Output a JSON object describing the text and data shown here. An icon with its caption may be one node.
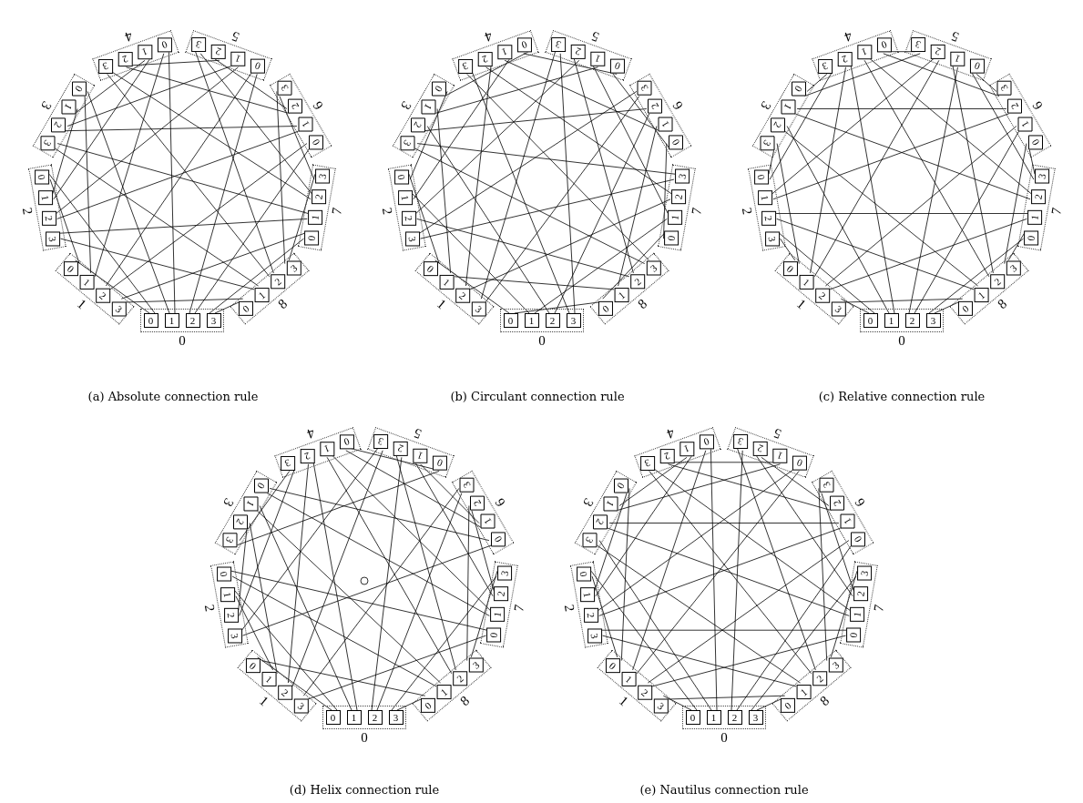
{
  "diagram": {
    "nodes": [
      {
        "text": [
          "0"
        ]
      },
      {
        "text": [
          "0"
        ],
        "in": 0
      },
      {
        "text": [
          "1"
        ],
        "in": 0
      },
      {
        "text": [
          "2"
        ],
        "in": 0
      },
      {
        "text": [
          "3"
        ],
        "in": 0
      },
      {
        "text": [
          "1"
        ]
      },
      {
        "text": [
          "0"
        ],
        "in": 5
      },
      {
        "text": [
          "1"
        ],
        "in": 5
      },
      {
        "text": [
          "2"
        ],
        "in": 5
      },
      {
        "text": [
          "3"
        ],
        "in": 5
      },
      {
        "text": [
          "2"
        ]
      },
      {
        "text": [
          "0"
        ],
        "in": 10
      },
      {
        "text": [
          "1"
        ],
        "in": 10
      },
      {
        "text": [
          "2"
        ],
        "in": 10
      },
      {
        "text": [
          "3"
        ],
        "in": 10
      },
      {
        "text": [
          "3"
        ]
      },
      {
        "text": [
          "0"
        ],
        "in": 15
      },
      {
        "text": [
          "1"
        ],
        "in": 15
      },
      {
        "text": [
          "2"
        ],
        "in": 15
      },
      {
        "text": [
          "3"
        ],
        "in": 15
      },
      {
        "text": [
          "4"
        ]
      },
      {
        "text": [
          "0"
        ],
        "in": 20
      },
      {
        "text": [
          "1"
        ],
        "in": 20
      },
      {
        "text": [
          "2"
        ],
        "in": 20
      },
      {
        "text": [
          "3"
        ],
        "in": 20
      },
      {
        "text": [
          "5"
        ]
      },
      {
        "text": [
          "0"
        ],
        "in": 25
      },
      {
        "text": [
          "1"
        ],
        "in": 25
      },
      {
        "text": [
          "2"
        ],
        "in": 25
      },
      {
        "text": [
          "3"
        ],
        "in": 25
      },
      {
        "text": [
          "6"
        ]
      },
      {
        "text": [
          "0"
        ],
        "in": 30
      },
      {
        "text": [
          "1"
        ],
        "in": 30
      },
      {
        "text": [
          "2"
        ],
        "in": 30
      },
      {
        "text": [
          "3"
        ],
        "in": 30
      },
      {
        "text": [
          "7"
        ]
      },
      {
        "text": [
          "0"
        ],
        "in": 35
      },
      {
        "text": [
          "1"
        ],
        "in": 35
      },
      {
        "text": [
          "2"
        ],
        "in": 35
      },
      {
        "text": [
          "3"
        ],
        "in": 35
      },
      {
        "text": [
          "8"
        ]
      },
      {
        "text": [
          "0"
        ],
        "in": 40
      },
      {
        "text": [
          "1"
        ],
        "in": 40
      },
      {
        "text": [
          "2"
        ],
        "in": 40
      },
      {
        "text": [
          "3"
        ],
        "in": 40
      },
      {
        "text": [
          "0"
        ]
      },
      {
        "text": [
          "0"
        ],
        "in": 45
      },
      {
        "text": [
          "1"
        ],
        "in": 45
      },
      {
        "text": [
          "2"
        ],
        "in": 45
      },
      {
        "text": [
          "3"
        ],
        "in": 45
      },
      {
        "text": [
          "1"
        ]
      },
      {
        "text": [
          "0"
        ],
        "in": 50
      },
      {
        "text": [
          "1"
        ],
        "in": 50
      },
      {
        "text": [
          "2"
        ],
        "in": 50
      },
      {
        "text": [
          "3"
        ],
        "in": 50
      },
      {
        "text": [
          "2"
        ]
      },
      {
        "text": [
          "0"
        ],
        "in": 55
      },
      {
        "text": [
          "1"
        ],
        "in": 55
      },
      {
        "text": [
          "2"
        ],
        "in": 55
      },
      {
        "text": [
          "3"
        ],
        "in": 55
      },
      {
        "text": [
          "3"
        ]
      },
      {
        "text": [
          "0"
        ],
        "in": 60
      },
      {
        "text": [
          "1"
        ],
        "in": 60
      },
      {
        "text": [
          "2"
        ],
        "in": 60
      },
      {
        "text": [
          "3"
        ],
        "in": 60
      },
      {
        "text": [
          "4"
        ]
      },
      {
        "text": [
          "0"
        ],
        "in": 65
      },
      {
        "text": [
          "1"
        ],
        "in": 65
      },
      {
        "text": [
          "2"
        ],
        "in": 65
      },
      {
        "text": [
          "3"
        ],
        "in": 65
      },
      {
        "text": [
          "5"
        ]
      },
      {
        "text": [
          "0"
        ],
        "in": 70
      },
      {
        "text": [
          "1"
        ],
        "in": 70
      },
      {
        "text": [
          "2"
        ],
        "in": 70
      },
      {
        "text": [
          "3"
        ],
        "in": 70
      },
      {
        "text": [
          "6"
        ]
      },
      {
        "text": [
          "0"
        ],
        "in": 75
      },
      {
        "text": [
          "1"
        ],
        "in": 75
      },
      {
        "text": [
          "2"
        ],
        "in": 75
      },
      {
        "text": [
          "3"
        ],
        "in": 75
      },
      {
        "text": [
          "7"
        ]
      },
      {
        "text": [
          "0"
        ],
        "in": 80
      },
      {
        "text": [
          "1"
        ],
        "in": 80
      },
      {
        "text": [
          "2"
        ],
        "in": 80
      },
      {
        "text": [
          "3"
        ],
        "in": 80
      },
      {
        "text": [
          "8"
        ]
      },
      {
        "text": [
          "0"
        ],
        "in": 85
      },
      {
        "text": [
          "1"
        ],
        "in": 85
      },
      {
        "text": [
          "2"
        ],
        "in": 85
      },
      {
        "text": [
          "3"
        ],
        "in": 85
      },
      {
        "text": [
          "0"
        ]
      },
      {
        "text": [
          "0"
        ],
        "in": 90
      },
      {
        "text": [
          "1"
        ],
        "in": 90
      },
      {
        "text": [
          "2"
        ],
        "in": 90
      },
      {
        "text": [
          "3"
        ],
        "in": 90
      },
      {
        "text": [
          "1"
        ]
      },
      {
        "text": [
          "0"
        ],
        "in": 95
      },
      {
        "text": [
          "1"
        ],
        "in": 95
      },
      {
        "text": [
          "2"
        ],
        "in": 95
      },
      {
        "text": [
          "3"
        ],
        "in": 95
      },
      {
        "text": [
          "2"
        ]
      },
      {
        "text": [
          "0"
        ],
        "in": 100
      },
      {
        "text": [
          "1"
        ],
        "in": 100
      },
      {
        "text": [
          "2"
        ],
        "in": 100
      },
      {
        "text": [
          "3"
        ],
        "in": 100
      },
      {
        "text": [
          "3"
        ]
      },
      {
        "text": [
          "0"
        ],
        "in": 105
      },
      {
        "text": [
          "1"
        ],
        "in": 105
      },
      {
        "text": [
          "2"
        ],
        "in": 105
      },
      {
        "text": [
          "3"
        ],
        "in": 105
      },
      {
        "text": [
          "4"
        ]
      },
      {
        "text": [
          "0"
        ],
        "in": 110
      },
      {
        "text": [
          "1"
        ],
        "in": 110
      },
      {
        "text": [
          "2"
        ],
        "in": 110
      },
      {
        "text": [
          "3"
        ],
        "in": 110
      },
      {
        "text": [
          "5"
        ]
      },
      {
        "text": [
          "0"
        ],
        "in": 115
      },
      {
        "text": [
          "1"
        ],
        "in": 115
      },
      {
        "text": [
          "2"
        ],
        "in": 115
      },
      {
        "text": [
          "3"
        ],
        "in": 115
      },
      {
        "text": [
          "6"
        ]
      },
      {
        "text": [
          "0"
        ],
        "in": 120
      },
      {
        "text": [
          "1"
        ],
        "in": 120
      },
      {
        "text": [
          "2"
        ],
        "in": 120
      },
      {
        "text": [
          "3"
        ],
        "in": 120
      },
      {
        "text": [
          "7"
        ]
      },
      {
        "text": [
          "0"
        ],
        "in": 125
      },
      {
        "text": [
          "1"
        ],
        "in": 125
      },
      {
        "text": [
          "2"
        ],
        "in": 125
      },
      {
        "text": [
          "3"
        ],
        "in": 125
      },
      {
        "text": [
          "8"
        ]
      },
      {
        "text": [
          "0"
        ],
        "in": 130
      },
      {
        "text": [
          "1"
        ],
        "in": 130
      },
      {
        "text": [
          "2"
        ],
        "in": 130
      },
      {
        "text": [
          "3"
        ],
        "in": 130
      },
      {
        "text": [
          "0"
        ]
      },
      {
        "text": [
          "0"
        ],
        "in": 135
      },
      {
        "text": [
          "1"
        ],
        "in": 135
      },
      {
        "text": [
          "2"
        ],
        "in": 135
      },
      {
        "text": [
          "3"
        ],
        "in": 135
      },
      {
        "text": [
          "1"
        ]
      },
      {
        "text": [
          "0"
        ],
        "in": 140
      },
      {
        "text": [
          "1"
        ],
        "in": 140
      },
      {
        "text": [
          "2"
        ],
        "in": 140
      },
      {
        "text": [
          "3"
        ],
        "in": 140
      },
      {
        "text": [
          "2"
        ]
      },
      {
        "text": [
          "0"
        ],
        "in": 145
      },
      {
        "text": [
          "1"
        ],
        "in": 145
      },
      {
        "text": [
          "2"
        ],
        "in": 145
      },
      {
        "text": [
          "3"
        ],
        "in": 145
      },
      {
        "text": [
          "3"
        ]
      },
      {
        "text": [
          "0"
        ],
        "in": 150
      },
      {
        "text": [
          "1"
        ],
        "in": 150
      },
      {
        "text": [
          "2"
        ],
        "in": 150
      },
      {
        "text": [
          "3"
        ],
        "in": 150
      },
      {
        "text": [
          "4"
        ]
      },
      {
        "text": [
          "0"
        ],
        "in": 155
      },
      {
        "text": [
          "1"
        ],
        "in": 155
      },
      {
        "text": [
          "2"
        ],
        "in": 155
      },
      {
        "text": [
          "3"
        ],
        "in": 155
      },
      {
        "text": [
          "5"
        ]
      },
      {
        "text": [
          "0"
        ],
        "in": 160
      },
      {
        "text": [
          "1"
        ],
        "in": 160
      },
      {
        "text": [
          "2"
        ],
        "in": 160
      },
      {
        "text": [
          "3"
        ],
        "in": 160
      },
      {
        "text": [
          "6"
        ]
      },
      {
        "text": [
          "0"
        ],
        "in": 165
      },
      {
        "text": [
          "1"
        ],
        "in": 165
      },
      {
        "text": [
          "2"
        ],
        "in": 165
      },
      {
        "text": [
          "3"
        ],
        "in": 165
      },
      {
        "text": [
          "7"
        ]
      },
      {
        "text": [
          "0"
        ],
        "in": 170
      },
      {
        "text": [
          "1"
        ],
        "in": 170
      },
      {
        "text": [
          "2"
        ],
        "in": 170
      },
      {
        "text": [
          "3"
        ],
        "in": 170
      },
      {
        "text": [
          "8"
        ]
      },
      {
        "text": [
          "0"
        ],
        "in": 175
      },
      {
        "text": [
          "1"
        ],
        "in": 175
      },
      {
        "text": [
          "2"
        ],
        "in": 175
      },
      {
        "text": [
          "3"
        ],
        "in": 175
      },
      {
        "text": [
          "0"
        ]
      },
      {
        "text": [
          "0"
        ],
        "in": 180
      },
      {
        "text": [
          "1"
        ],
        "in": 180
      },
      {
        "text": [
          "2"
        ],
        "in": 180
      },
      {
        "text": [
          "3"
        ],
        "in": 180
      },
      {
        "text": [
          "1"
        ]
      },
      {
        "text": [
          "0"
        ],
        "in": 185
      },
      {
        "text": [
          "1"
        ],
        "in": 185
      },
      {
        "text": [
          "2"
        ],
        "in": 185
      },
      {
        "text": [
          "3"
        ],
        "in": 185
      },
      {
        "text": [
          "2"
        ]
      },
      {
        "text": [
          "0"
        ],
        "in": 190
      },
      {
        "text": [
          "1"
        ],
        "in": 190
      },
      {
        "text": [
          "2"
        ],
        "in": 190
      },
      {
        "text": [
          "3"
        ],
        "in": 190
      },
      {
        "text": [
          "3"
        ]
      },
      {
        "text": [
          "0"
        ],
        "in": 195
      },
      {
        "text": [
          "1"
        ],
        "in": 195
      },
      {
        "text": [
          "2"
        ],
        "in": 195
      },
      {
        "text": [
          "3"
        ],
        "in": 195
      },
      {
        "text": [
          "4"
        ]
      },
      {
        "text": [
          "0"
        ],
        "in": 200
      },
      {
        "text": [
          "1"
        ],
        "in": 200
      },
      {
        "text": [
          "2"
        ],
        "in": 200
      },
      {
        "text": [
          "3"
        ],
        "in": 200
      },
      {
        "text": [
          "5"
        ]
      },
      {
        "text": [
          "0"
        ],
        "in": 205
      },
      {
        "text": [
          "1"
        ],
        "in": 205
      },
      {
        "text": [
          "2"
        ],
        "in": 205
      },
      {
        "text": [
          "3"
        ],
        "in": 205
      },
      {
        "text": [
          "6"
        ]
      },
      {
        "text": [
          "0"
        ],
        "in": 210
      },
      {
        "text": [
          "1"
        ],
        "in": 210
      },
      {
        "text": [
          "2"
        ],
        "in": 210
      },
      {
        "text": [
          "3"
        ],
        "in": 210
      },
      {
        "text": [
          "7"
        ]
      },
      {
        "text": [
          "0"
        ],
        "in": 215
      },
      {
        "text": [
          "1"
        ],
        "in": 215
      },
      {
        "text": [
          "2"
        ],
        "in": 215
      },
      {
        "text": [
          "3"
        ],
        "in": 215
      },
      {
        "text": [
          "8"
        ]
      },
      {
        "text": [
          "0"
        ],
        "in": 220
      },
      {
        "text": [
          "1"
        ],
        "in": 220
      },
      {
        "text": [
          "2"
        ],
        "in": 220
      },
      {
        "text": [
          "3"
        ],
        "in": 220
      }
    ],
    "edges": [
      {
        "from": 1,
        "to": 6,
        "arrow": "none"
      },
      {
        "from": 1,
        "to": 11,
        "arrow": "none"
      },
      {
        "from": 2,
        "to": 16,
        "arrow": "none"
      },
      {
        "from": 2,
        "to": 21,
        "arrow": "none"
      },
      {
        "from": 3,
        "to": 26,
        "arrow": "none"
      },
      {
        "from": 3,
        "to": 31,
        "arrow": "none"
      },
      {
        "from": 4,
        "to": 36,
        "arrow": "none"
      },
      {
        "from": 4,
        "to": 41,
        "arrow": "none"
      },
      {
        "from": 6,
        "to": 11,
        "arrow": "none"
      },
      {
        "from": 7,
        "to": 16,
        "arrow": "none"
      },
      {
        "from": 7,
        "to": 21,
        "arrow": "none"
      },
      {
        "from": 8,
        "to": 26,
        "arrow": "none"
      },
      {
        "from": 8,
        "to": 31,
        "arrow": "none"
      },
      {
        "from": 9,
        "to": 36,
        "arrow": "none"
      },
      {
        "from": 9,
        "to": 41,
        "arrow": "none"
      },
      {
        "from": 12,
        "to": 17,
        "arrow": "none"
      },
      {
        "from": 12,
        "to": 22,
        "arrow": "none"
      },
      {
        "from": 13,
        "to": 27,
        "arrow": "none"
      },
      {
        "from": 13,
        "to": 32,
        "arrow": "none"
      },
      {
        "from": 14,
        "to": 37,
        "arrow": "none"
      },
      {
        "from": 14,
        "to": 42,
        "arrow": "none"
      },
      {
        "from": 17,
        "to": 22,
        "arrow": "none"
      },
      {
        "from": 18,
        "to": 27,
        "arrow": "none"
      },
      {
        "from": 18,
        "to": 32,
        "arrow": "none"
      },
      {
        "from": 19,
        "to": 37,
        "arrow": "none"
      },
      {
        "from": 19,
        "to": 42,
        "arrow": "none"
      },
      {
        "from": 23,
        "to": 28,
        "arrow": "none"
      },
      {
        "from": 23,
        "to": 33,
        "arrow": "none"
      },
      {
        "from": 24,
        "to": 38,
        "arrow": "none"
      },
      {
        "from": 24,
        "to": 43,
        "arrow": "none"
      },
      {
        "from": 28,
        "to": 33,
        "arrow": "none"
      },
      {
        "from": 29,
        "to": 38,
        "arrow": "none"
      },
      {
        "from": 29,
        "to": 43,
        "arrow": "none"
      },
      {
        "from": 34,
        "to": 39,
        "arrow": "none"
      },
      {
        "from": 34,
        "to": 44,
        "arrow": "none"
      },
      {
        "from": 39,
        "to": 44,
        "arrow": "none"
      },
      {
        "from": 46,
        "to": 51,
        "arrow": "none"
      },
      {
        "from": 47,
        "to": 57,
        "arrow": "none"
      },
      {
        "from": 48,
        "to": 63,
        "arrow": "none"
      },
      {
        "from": 49,
        "to": 69,
        "arrow": "none"
      },
      {
        "from": 49,
        "to": 74,
        "arrow": "none"
      },
      {
        "from": 48,
        "to": 78,
        "arrow": "none"
      },
      {
        "from": 47,
        "to": 82,
        "arrow": "none"
      },
      {
        "from": 46,
        "to": 86,
        "arrow": "none"
      },
      {
        "from": 51,
        "to": 56,
        "arrow": "none"
      },
      {
        "from": 52,
        "to": 62,
        "arrow": "none"
      },
      {
        "from": 53,
        "to": 68,
        "arrow": "none"
      },
      {
        "from": 54,
        "to": 74,
        "arrow": "none"
      },
      {
        "from": 54,
        "to": 79,
        "arrow": "none"
      },
      {
        "from": 53,
        "to": 83,
        "arrow": "none"
      },
      {
        "from": 52,
        "to": 87,
        "arrow": "none"
      },
      {
        "from": 56,
        "to": 61,
        "arrow": "none"
      },
      {
        "from": 57,
        "to": 67,
        "arrow": "none"
      },
      {
        "from": 58,
        "to": 73,
        "arrow": "none"
      },
      {
        "from": 59,
        "to": 79,
        "arrow": "none"
      },
      {
        "from": 59,
        "to": 84,
        "arrow": "none"
      },
      {
        "from": 58,
        "to": 88,
        "arrow": "none"
      },
      {
        "from": 61,
        "to": 66,
        "arrow": "none"
      },
      {
        "from": 62,
        "to": 72,
        "arrow": "none"
      },
      {
        "from": 63,
        "to": 78,
        "arrow": "none"
      },
      {
        "from": 64,
        "to": 84,
        "arrow": "none"
      },
      {
        "from": 64,
        "to": 89,
        "arrow": "none"
      },
      {
        "from": 66,
        "to": 71,
        "arrow": "none"
      },
      {
        "from": 67,
        "to": 77,
        "arrow": "none"
      },
      {
        "from": 68,
        "to": 83,
        "arrow": "none"
      },
      {
        "from": 69,
        "to": 89,
        "arrow": "none"
      },
      {
        "from": 71,
        "to": 76,
        "arrow": "none"
      },
      {
        "from": 72,
        "to": 82,
        "arrow": "none"
      },
      {
        "from": 73,
        "to": 88,
        "arrow": "none"
      },
      {
        "from": 76,
        "to": 81,
        "arrow": "none"
      },
      {
        "from": 77,
        "to": 87,
        "arrow": "none"
      },
      {
        "from": 81,
        "to": 86,
        "arrow": "none"
      },
      {
        "from": 91,
        "to": 99,
        "arrow": "none"
      },
      {
        "from": 91,
        "to": 104,
        "arrow": "none"
      },
      {
        "from": 92,
        "to": 108,
        "arrow": "none"
      },
      {
        "from": 92,
        "to": 113,
        "arrow": "none"
      },
      {
        "from": 93,
        "to": 117,
        "arrow": "none"
      },
      {
        "from": 93,
        "to": 122,
        "arrow": "none"
      },
      {
        "from": 94,
        "to": 126,
        "arrow": "none"
      },
      {
        "from": 94,
        "to": 131,
        "arrow": "none"
      },
      {
        "from": 96,
        "to": 104,
        "arrow": "none"
      },
      {
        "from": 96,
        "to": 109,
        "arrow": "none"
      },
      {
        "from": 97,
        "to": 113,
        "arrow": "none"
      },
      {
        "from": 97,
        "to": 118,
        "arrow": "none"
      },
      {
        "from": 98,
        "to": 122,
        "arrow": "none"
      },
      {
        "from": 98,
        "to": 127,
        "arrow": "none"
      },
      {
        "from": 99,
        "to": 131,
        "arrow": "none"
      },
      {
        "from": 101,
        "to": 109,
        "arrow": "none"
      },
      {
        "from": 101,
        "to": 114,
        "arrow": "none"
      },
      {
        "from": 102,
        "to": 118,
        "arrow": "none"
      },
      {
        "from": 102,
        "to": 123,
        "arrow": "none"
      },
      {
        "from": 103,
        "to": 127,
        "arrow": "none"
      },
      {
        "from": 103,
        "to": 132,
        "arrow": "none"
      },
      {
        "from": 106,
        "to": 114,
        "arrow": "none"
      },
      {
        "from": 106,
        "to": 119,
        "arrow": "none"
      },
      {
        "from": 107,
        "to": 123,
        "arrow": "none"
      },
      {
        "from": 107,
        "to": 128,
        "arrow": "none"
      },
      {
        "from": 108,
        "to": 132,
        "arrow": "none"
      },
      {
        "from": 111,
        "to": 119,
        "arrow": "none"
      },
      {
        "from": 111,
        "to": 124,
        "arrow": "none"
      },
      {
        "from": 112,
        "to": 128,
        "arrow": "none"
      },
      {
        "from": 112,
        "to": 133,
        "arrow": "none"
      },
      {
        "from": 116,
        "to": 124,
        "arrow": "none"
      },
      {
        "from": 116,
        "to": 129,
        "arrow": "none"
      },
      {
        "from": 117,
        "to": 133,
        "arrow": "none"
      },
      {
        "from": 121,
        "to": 129,
        "arrow": "none"
      },
      {
        "from": 121,
        "to": 134,
        "arrow": "none"
      },
      {
        "from": 126,
        "to": 134,
        "arrow": "none"
      },
      {
        "from": 136,
        "to": 141,
        "arrow": "none"
      },
      {
        "from": 136,
        "to": 147,
        "arrow": "none"
      },
      {
        "from": 137,
        "to": 152,
        "arrow": "none"
      },
      {
        "from": 137,
        "to": 158,
        "arrow": "none"
      },
      {
        "from": 138,
        "to": 163,
        "arrow": "none"
      },
      {
        "from": 138,
        "to": 169,
        "arrow": "none"
      },
      {
        "from": 139,
        "to": 174,
        "arrow": "none"
      },
      {
        "from": 139,
        "to": 176,
        "arrow": "none"
      },
      {
        "from": 142,
        "to": 147,
        "arrow": "none"
      },
      {
        "from": 142,
        "to": 153,
        "arrow": "none"
      },
      {
        "from": 143,
        "to": 158,
        "arrow": "none"
      },
      {
        "from": 143,
        "to": 164,
        "arrow": "none"
      },
      {
        "from": 144,
        "to": 169,
        "arrow": "none"
      },
      {
        "from": 144,
        "to": 171,
        "arrow": "none"
      },
      {
        "from": 141,
        "to": 176,
        "arrow": "none"
      },
      {
        "from": 148,
        "to": 153,
        "arrow": "none"
      },
      {
        "from": 148,
        "to": 159,
        "arrow": "none"
      },
      {
        "from": 149,
        "to": 164,
        "arrow": "none"
      },
      {
        "from": 149,
        "to": 166,
        "arrow": "none"
      },
      {
        "from": 146,
        "to": 171,
        "arrow": "none"
      },
      {
        "from": 146,
        "to": 177,
        "arrow": "none"
      },
      {
        "from": 154,
        "to": 159,
        "arrow": "none"
      },
      {
        "from": 154,
        "to": 161,
        "arrow": "none"
      },
      {
        "from": 151,
        "to": 166,
        "arrow": "none"
      },
      {
        "from": 151,
        "to": 172,
        "arrow": "none"
      },
      {
        "from": 152,
        "to": 177,
        "arrow": "none"
      },
      {
        "from": 156,
        "to": 161,
        "arrow": "none"
      },
      {
        "from": 156,
        "to": 167,
        "arrow": "none"
      },
      {
        "from": 157,
        "to": 172,
        "arrow": "none"
      },
      {
        "from": 157,
        "to": 178,
        "arrow": "none"
      },
      {
        "from": 162,
        "to": 167,
        "arrow": "none"
      },
      {
        "from": 162,
        "to": 173,
        "arrow": "none"
      },
      {
        "from": 163,
        "to": 178,
        "arrow": "none"
      },
      {
        "from": 168,
        "to": 173,
        "arrow": "none"
      },
      {
        "from": 168,
        "to": 179,
        "arrow": "none"
      },
      {
        "from": 174,
        "to": 179,
        "arrow": "none"
      },
      {
        "from": 181,
        "to": 189,
        "arrow": "none"
      },
      {
        "from": 181,
        "to": 191,
        "arrow": "none"
      },
      {
        "from": 182,
        "to": 199,
        "arrow": "none"
      },
      {
        "from": 182,
        "to": 201,
        "arrow": "none"
      },
      {
        "from": 183,
        "to": 209,
        "arrow": "none"
      },
      {
        "from": 183,
        "to": 211,
        "arrow": "none"
      },
      {
        "from": 184,
        "to": 219,
        "arrow": "none"
      },
      {
        "from": 184,
        "to": 221,
        "arrow": "none"
      },
      {
        "from": 186,
        "to": 191,
        "arrow": "none"
      },
      {
        "from": 186,
        "to": 196,
        "arrow": "none"
      },
      {
        "from": 187,
        "to": 201,
        "arrow": "none"
      },
      {
        "from": 187,
        "to": 206,
        "arrow": "none"
      },
      {
        "from": 188,
        "to": 211,
        "arrow": "none"
      },
      {
        "from": 188,
        "to": 216,
        "arrow": "none"
      },
      {
        "from": 189,
        "to": 221,
        "arrow": "none"
      },
      {
        "from": 192,
        "to": 196,
        "arrow": "none"
      },
      {
        "from": 192,
        "to": 202,
        "arrow": "none"
      },
      {
        "from": 193,
        "to": 206,
        "arrow": "none"
      },
      {
        "from": 193,
        "to": 212,
        "arrow": "none"
      },
      {
        "from": 194,
        "to": 216,
        "arrow": "none"
      },
      {
        "from": 194,
        "to": 222,
        "arrow": "none"
      },
      {
        "from": 197,
        "to": 202,
        "arrow": "none"
      },
      {
        "from": 197,
        "to": 207,
        "arrow": "none"
      },
      {
        "from": 198,
        "to": 212,
        "arrow": "none"
      },
      {
        "from": 198,
        "to": 217,
        "arrow": "none"
      },
      {
        "from": 199,
        "to": 222,
        "arrow": "none"
      },
      {
        "from": 203,
        "to": 207,
        "arrow": "none"
      },
      {
        "from": 203,
        "to": 213,
        "arrow": "none"
      },
      {
        "from": 204,
        "to": 217,
        "arrow": "none"
      },
      {
        "from": 204,
        "to": 223,
        "arrow": "none"
      },
      {
        "from": 208,
        "to": 213,
        "arrow": "none"
      },
      {
        "from": 208,
        "to": 218,
        "arrow": "none"
      },
      {
        "from": 209,
        "to": 223,
        "arrow": "none"
      },
      {
        "from": 214,
        "to": 218,
        "arrow": "none"
      },
      {
        "from": 214,
        "to": 224,
        "arrow": "none"
      },
      {
        "from": 219,
        "to": 224,
        "arrow": "none"
      }
    ],
    "labels": [
      "(a) Absolute connection rule",
      "(b) Circulant connection rule",
      "(c) Relative connection rule",
      "(d) Helix connection rule",
      "(e) Nautilus connection rule"
    ]
  }
}
